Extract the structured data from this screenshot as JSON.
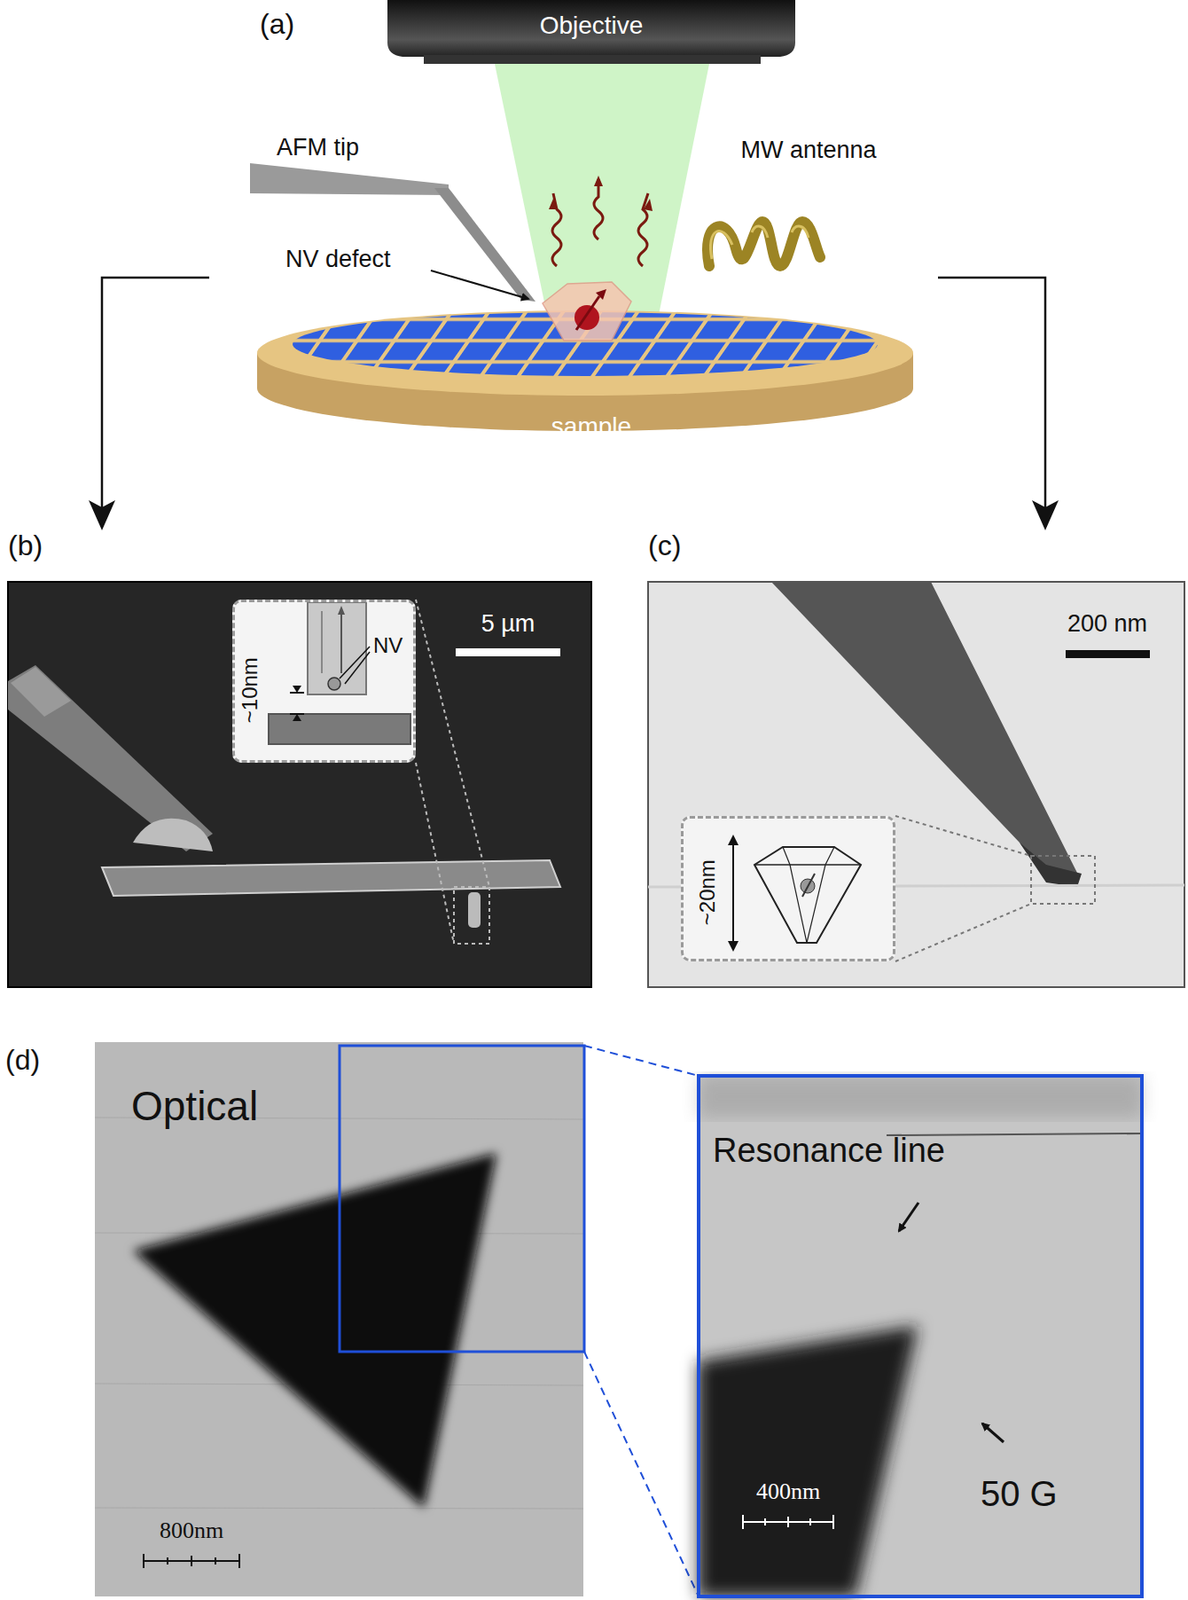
{
  "diagram": {
    "nodes": [
      {
        "text": [
          "~10nm",
          "NV"
        ]
      },
      {
        "text": [
          "~20nm"
        ]
      }
    ],
    "labels": [
      "(a)",
      "Objective",
      "AFM tip",
      "NV defect",
      "MW antenna",
      "sample",
      "(b)",
      "5 µm",
      "(c)",
      "200 nm",
      "(d)",
      "Optical",
      "800nm",
      "Resonance line",
      "50 G",
      "400nm"
    ]
  }
}
